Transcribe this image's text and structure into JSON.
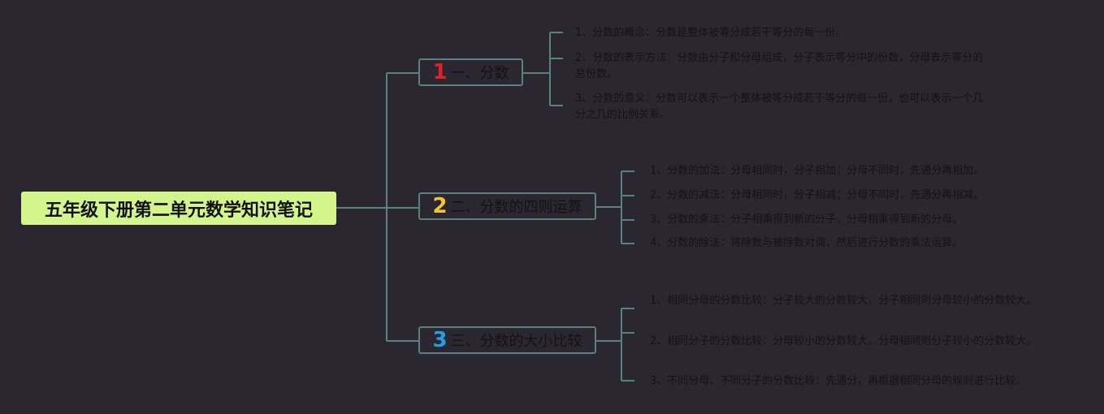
{
  "root": {
    "title": "五年级下册第二单元数学知识笔记"
  },
  "colors": {
    "background": "#2b2730",
    "root": "#d4f58c",
    "line": "#5c7f82",
    "num1": "#e0202c",
    "num2": "#f3c43a",
    "num3": "#2a9de0"
  },
  "branches": [
    {
      "num": "1",
      "label": "一、分数",
      "leaves": [
        "1、分数的概念：分数是整体被等分成若干等分的每一份。",
        "2、分数的表示方法：分数由分子和分母组成，分子表示等分中的份数，分母表示等分的总份数。",
        "3、分数的意义：分数可以表示一个整体被等分成若干等分的每一份，也可以表示一个几分之几的比例关系。"
      ]
    },
    {
      "num": "2",
      "label": "二、分数的四则运算",
      "leaves": [
        "1、分数的加法：分母相同时，分子相加；分母不同时，先通分再相加。",
        "2、分数的减法：分母相同时，分子相减；分母不同时，先通分再相减。",
        "3、分数的乘法：分子相乘得到新的分子，分母相乘得到新的分母。",
        "4、分数的除法：将除数与被除数对调，然后进行分数的乘法运算。"
      ]
    },
    {
      "num": "3",
      "label": "三、分数的大小比较",
      "leaves": [
        "1、相同分母的分数比较：分子较大的分数较大，分子相同则分母较小的分数较大。",
        "2、相同分子的分数比较：分母较小的分数较大，分母相同则分子较小的分数较大。",
        "3、不同分母、不同分子的分数比较：先通分，再根据相同分母的规则进行比较。"
      ]
    }
  ]
}
